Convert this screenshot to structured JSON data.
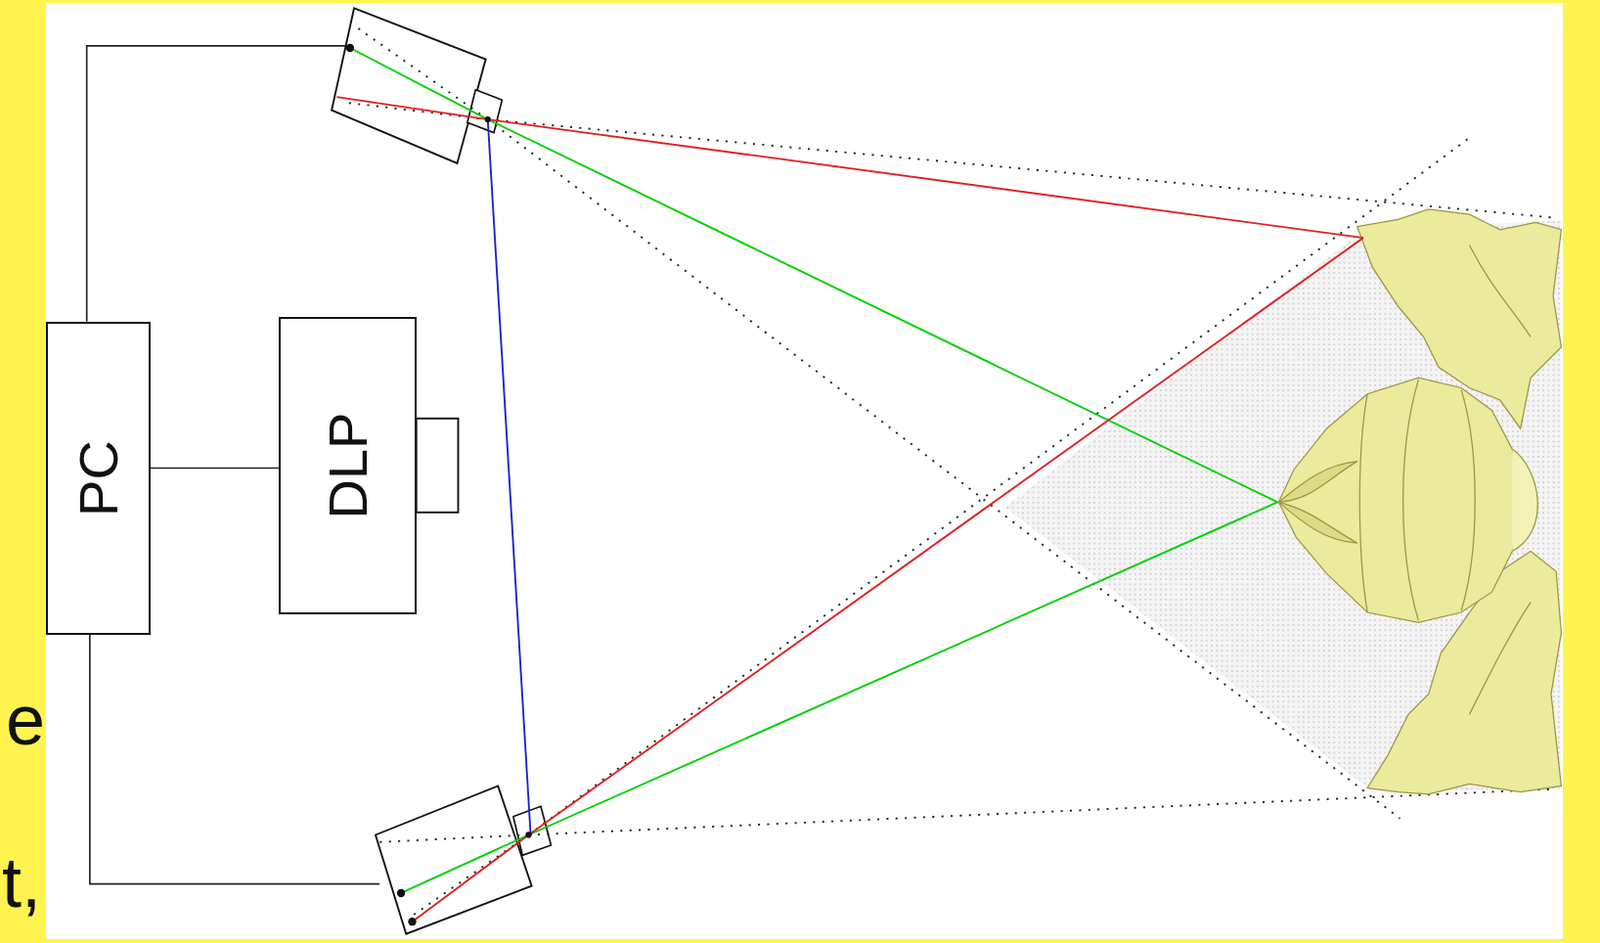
{
  "diagram": {
    "nodes": [
      {
        "text": [
          "PC"
        ]
      },
      {
        "text": [
          "DLP"
        ]
      }
    ],
    "edges": [
      {
        "from": 0,
        "to": 1,
        "arrow": "none"
      }
    ],
    "labels": [
      "e",
      "t,"
    ]
  }
}
